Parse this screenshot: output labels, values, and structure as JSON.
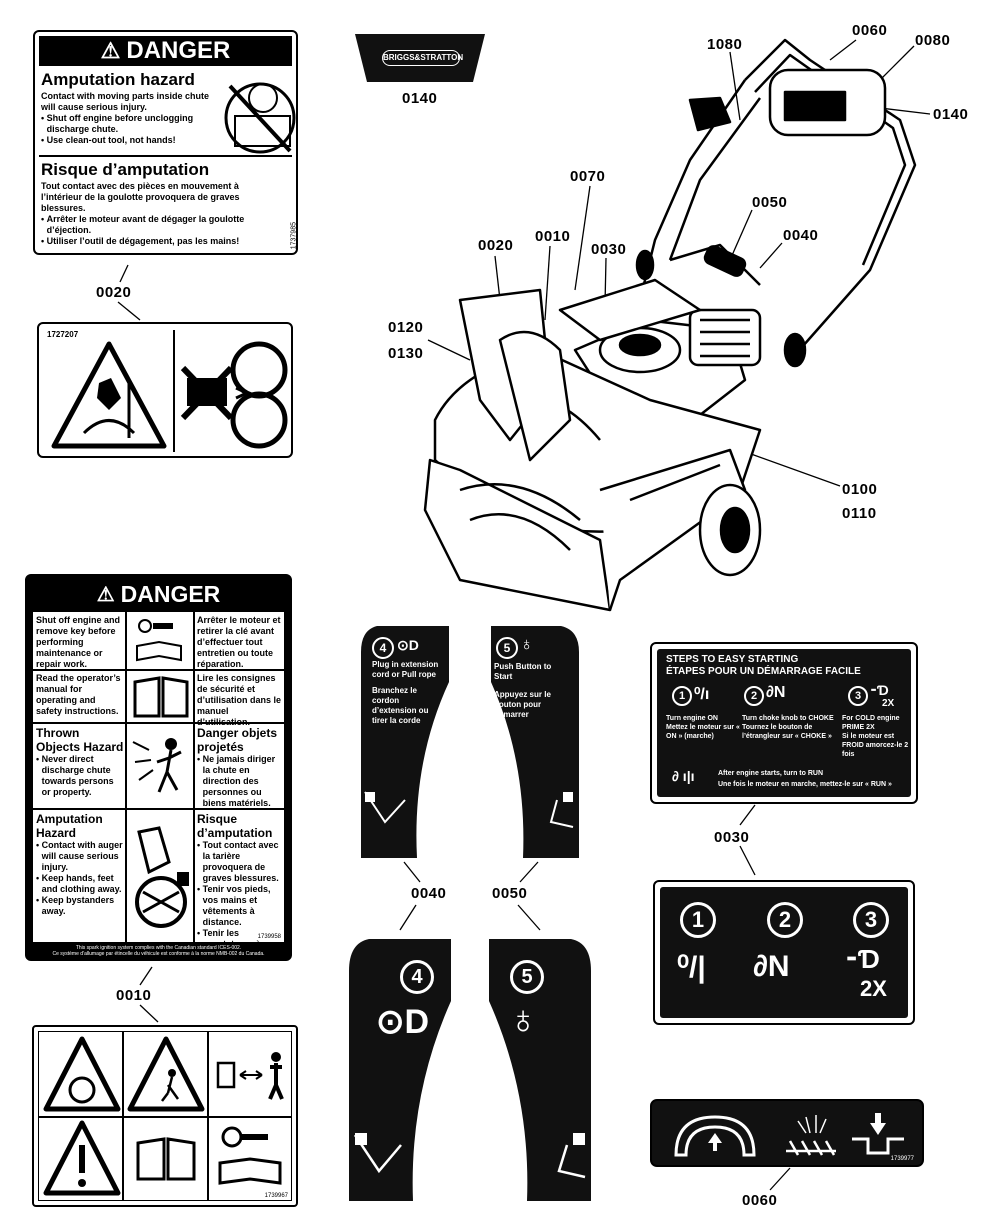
{
  "callouts": {
    "c0020": "0020",
    "c0140_top": "0140",
    "c1080": "1080",
    "c0060_top": "0060",
    "c0080": "0080",
    "c0140_right": "0140",
    "c0070": "0070",
    "c0050_top": "0050",
    "c0040_top": "0040",
    "c0020_mid": "0020",
    "c0010_mid": "0010",
    "c0030_mid": "0030",
    "c0120": "0120",
    "c0130": "0130",
    "c0100": "0100",
    "c0110": "0110",
    "c0030_low": "0030",
    "c0040_low": "0040",
    "c0050_low": "0050",
    "c0010_low": "0010",
    "c0060_low": "0060"
  },
  "decal_0020": {
    "banner": "DANGER",
    "en_title": "Amputation hazard",
    "en_lead": "Contact with moving parts inside chute will cause serious injury.",
    "en_b1": "Shut off engine before unclogging discharge chute.",
    "en_b2": "Use clean-out tool, not hands!",
    "fr_title": "Risque d’amputation",
    "fr_lead": "Tout contact avec des pièces en mouvement à l’intérieur de la goulotte provoquera de graves blessures.",
    "fr_b1": "Arrêter le moteur avant de dégager la goulotte d’éjection.",
    "fr_b2": "Utiliser l’outil de dégagement, pas les mains!",
    "part_no": "1737985"
  },
  "decal_pictogram": {
    "part_no": "1727207"
  },
  "logo": {
    "text": "BRIGGS&STRATTON"
  },
  "decal_0010": {
    "banner": "DANGER",
    "r1_en": "Shut off engine and remove key before performing maintenance or repair work.",
    "r1_fr": "Arrêter le moteur et retirer la clé avant d’effectuer tout entretien ou toute réparation.",
    "r2_en": "Read the operator’s manual for operating and safety instructions.",
    "r2_fr": "Lire les consignes de sécurité et d’utilisation dans le manuel d’utilisation.",
    "r3_en_title": "Thrown Objects Hazard",
    "r3_en": "Never direct discharge chute towards persons or property.",
    "r3_fr_title": "Danger objets projetés",
    "r3_fr": "Ne jamais diriger la chute en direction des personnes ou biens matériels.",
    "r4_en_title": "Amputation Hazard",
    "r4_en_b1": "Contact with auger will cause serious injury.",
    "r4_en_b2": "Keep hands, feet and clothing away.",
    "r4_en_b3": "Keep bystanders away.",
    "r4_fr_title": "Risque d’amputation",
    "r4_fr_b1": "Tout contact avec la tarière provoquera de graves blessures.",
    "r4_fr_b2": "Tenir vos pieds, vos mains et vêtements à distance.",
    "r4_fr_b3": "Tenir les spectateurs à distance.",
    "part_no": "1739958",
    "footer_en": "This spark ignition system complies with the Canadian standard ICES-002.",
    "footer_fr": "Ce système d’allumage par étincelle du véhicule est conforme à la norme NMB-002 du Canada."
  },
  "decal_0040_top": {
    "step": "4",
    "en": "Plug in extension cord or Pull rope",
    "fr": "Branchez le cordon d’extension ou tirer la corde"
  },
  "decal_0050_top": {
    "step": "5",
    "en": "Push Button to Start",
    "fr": "Appuyez sur le bouton pour démarrer"
  },
  "decal_0030": {
    "title_en": "STEPS TO EASY STARTING",
    "title_fr": "ÉTAPES POUR UN DÉMARRAGE FACILE",
    "s1": "1",
    "s2": "2",
    "s3": "3",
    "prime": "2X",
    "s1_en": "Turn engine ON",
    "s1_fr": "Mettez le moteur sur « ON » (marche)",
    "s2_en": "Turn choke knob to CHOKE",
    "s2_fr": "Tournez le bouton de l’étrangleur sur « CHOKE »",
    "s3_en": "For COLD engine PRIME 2X",
    "s3_fr": "Si le moteur est FROID amorcez-le 2 fois",
    "run_en": "After engine starts, turn to RUN",
    "run_fr": "Une fois le moteur en marche, mettez-le sur « RUN »"
  },
  "decal_0030_low": {
    "s1": "1",
    "s2": "2",
    "s3": "3",
    "prime": "2X"
  },
  "decal_0040_low": {
    "step": "4"
  },
  "decal_0050_low": {
    "step": "5"
  },
  "decal_0010_low": {
    "part_no": "1739967"
  },
  "decal_0060": {
    "part_no": "1739977"
  }
}
